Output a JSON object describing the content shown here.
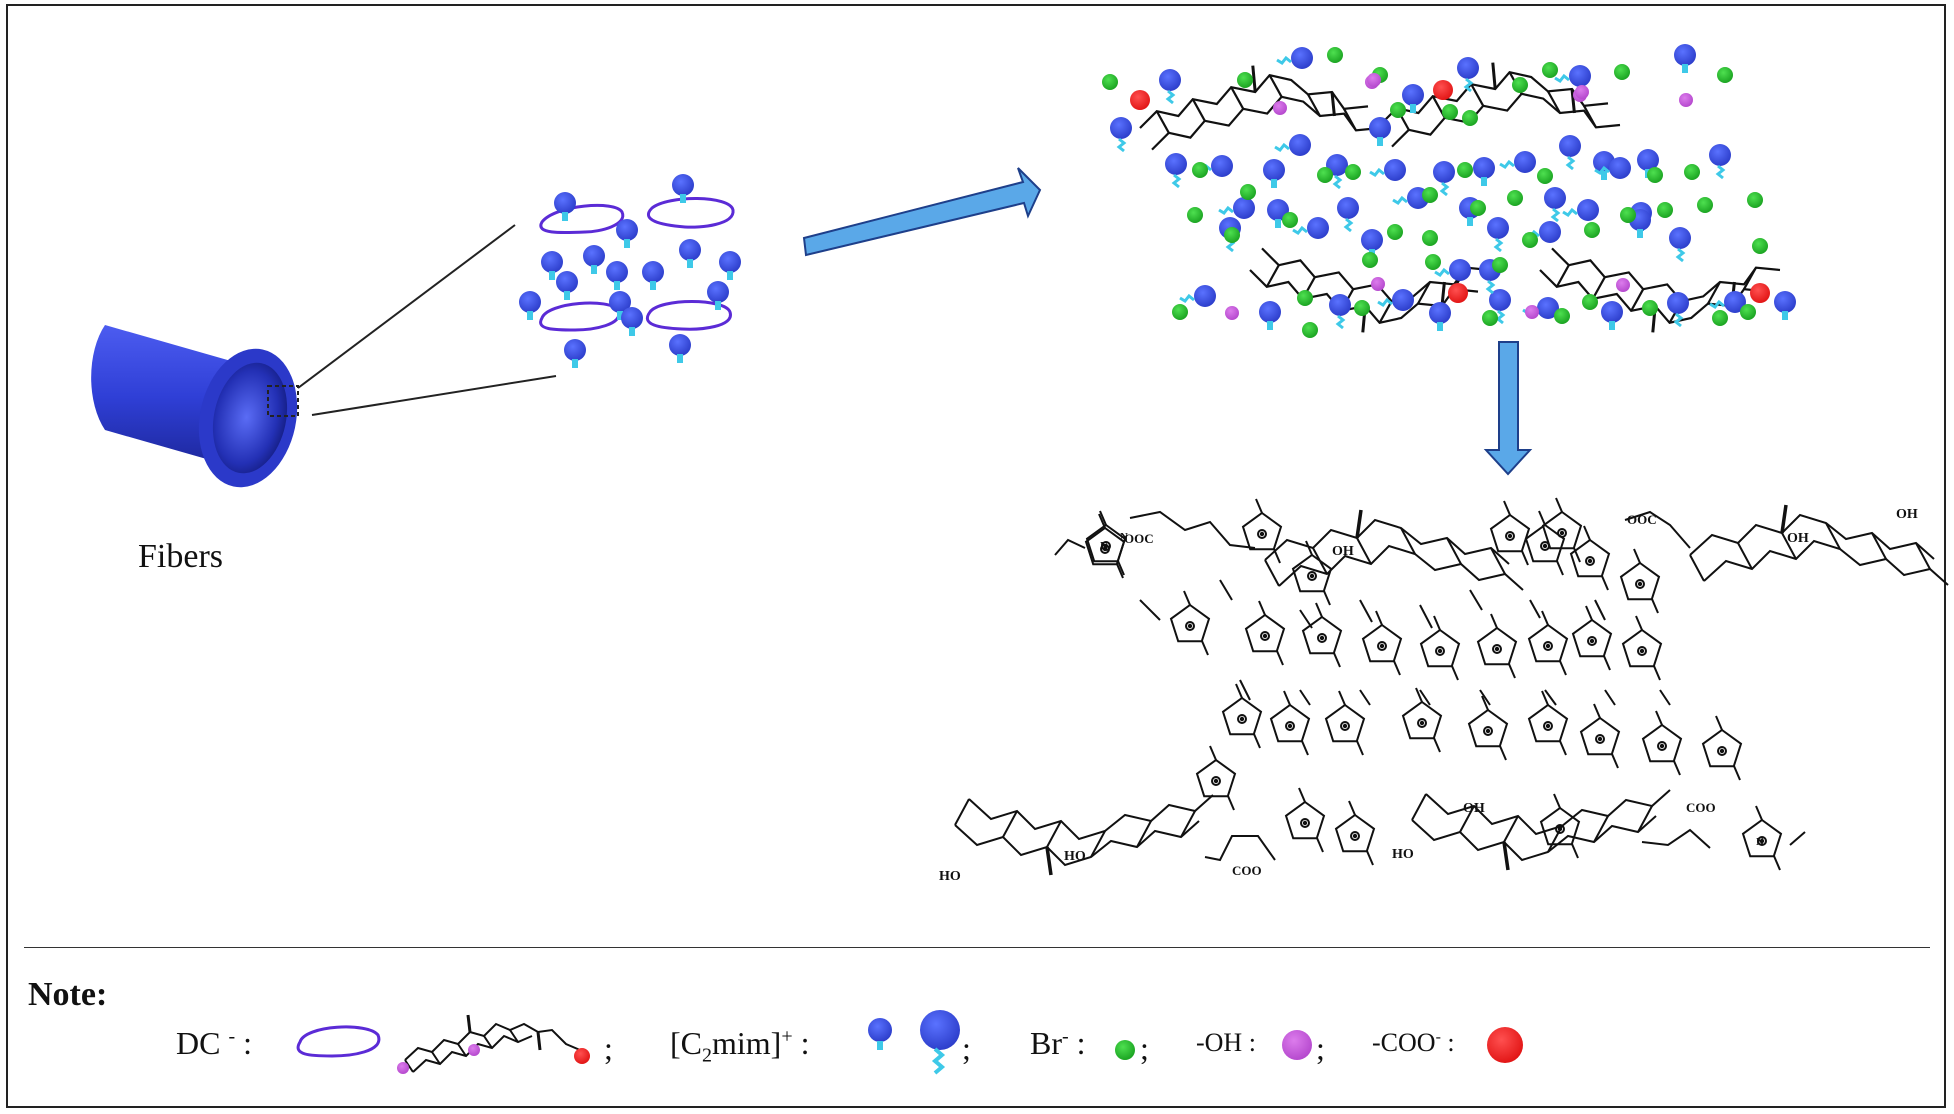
{
  "fibers_label": "Fibers",
  "note_title": "Note:",
  "legend": {
    "dc": {
      "label": "DC",
      "charge": "-",
      "sep": ":",
      "end": ";"
    },
    "c2mim": {
      "label_open": "[C",
      "sub": "2",
      "label_close": "mim]",
      "charge": "+",
      "sep": ":",
      "end": ";"
    },
    "br": {
      "label": "Br",
      "charge": "-",
      "sep": ":",
      "end": ";"
    },
    "oh": {
      "label": "-OH",
      "sep": ":",
      "end": ";"
    },
    "coo": {
      "label": "-COO",
      "charge": "-",
      "sep": ":"
    }
  },
  "structure_labels": {
    "ooc": "OOC",
    "coo": "COO",
    "oh": "OH",
    "ho": "HO",
    "n": "N"
  },
  "colors": {
    "blue_ball": "#3a4fe0",
    "cyan_tail": "#3ec9e8",
    "green_ball": "#22b429",
    "purple_ball": "#c45ad8",
    "red_ball": "#f12626",
    "ring_purple": "#5b2bd6",
    "arrow_fill": "#5aa8e8",
    "fiber_blue": "#3443d8"
  }
}
